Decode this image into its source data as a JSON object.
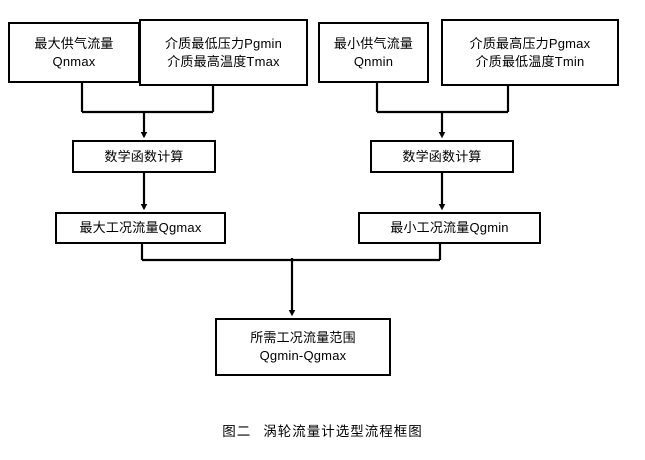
{
  "diagram": {
    "title": "涡轮流量计选型流程框图",
    "figure_number": "图二",
    "caption_full": "图二   涡轮流量计选型流程框图",
    "colors": {
      "background": "#ffffff",
      "box_border": "#000000",
      "box_fill": "#ffffff",
      "connector": "#000000",
      "text": "#000000"
    },
    "nodes": {
      "qnmax": {
        "line1": "最大供气流量",
        "line2": "Qnmax"
      },
      "pgmin": {
        "line1": "介质最低压力Pgmin",
        "line2": "介质最高温度Tmax"
      },
      "qnmin": {
        "line1": "最小供气流量",
        "line2": "Qnmin"
      },
      "pgmax": {
        "line1": "介质最高压力Pgmax",
        "line2": "介质最低温度Tmin"
      },
      "math_left": {
        "line1": "数学函数计算"
      },
      "math_right": {
        "line1": "数学函数计算"
      },
      "qgmax": {
        "line1": "最大工况流量Qgmax"
      },
      "qgmin": {
        "line1": "最小工况流量Qgmin"
      },
      "result": {
        "line1": "所需工况流量范围",
        "line2": "Qgmin-Qgmax"
      }
    },
    "edges": [
      {
        "from": "qnmax",
        "to": "math_left",
        "style": "elbow-merge"
      },
      {
        "from": "pgmin",
        "to": "math_left",
        "style": "elbow-merge"
      },
      {
        "from": "qnmin",
        "to": "math_right",
        "style": "elbow-merge"
      },
      {
        "from": "pgmax",
        "to": "math_right",
        "style": "elbow-merge"
      },
      {
        "from": "math_left",
        "to": "qgmax",
        "style": "straight-arrow"
      },
      {
        "from": "math_right",
        "to": "qgmin",
        "style": "straight-arrow"
      },
      {
        "from": "qgmax",
        "to": "result",
        "style": "elbow-merge"
      },
      {
        "from": "qgmin",
        "to": "result",
        "style": "elbow-merge"
      }
    ]
  }
}
